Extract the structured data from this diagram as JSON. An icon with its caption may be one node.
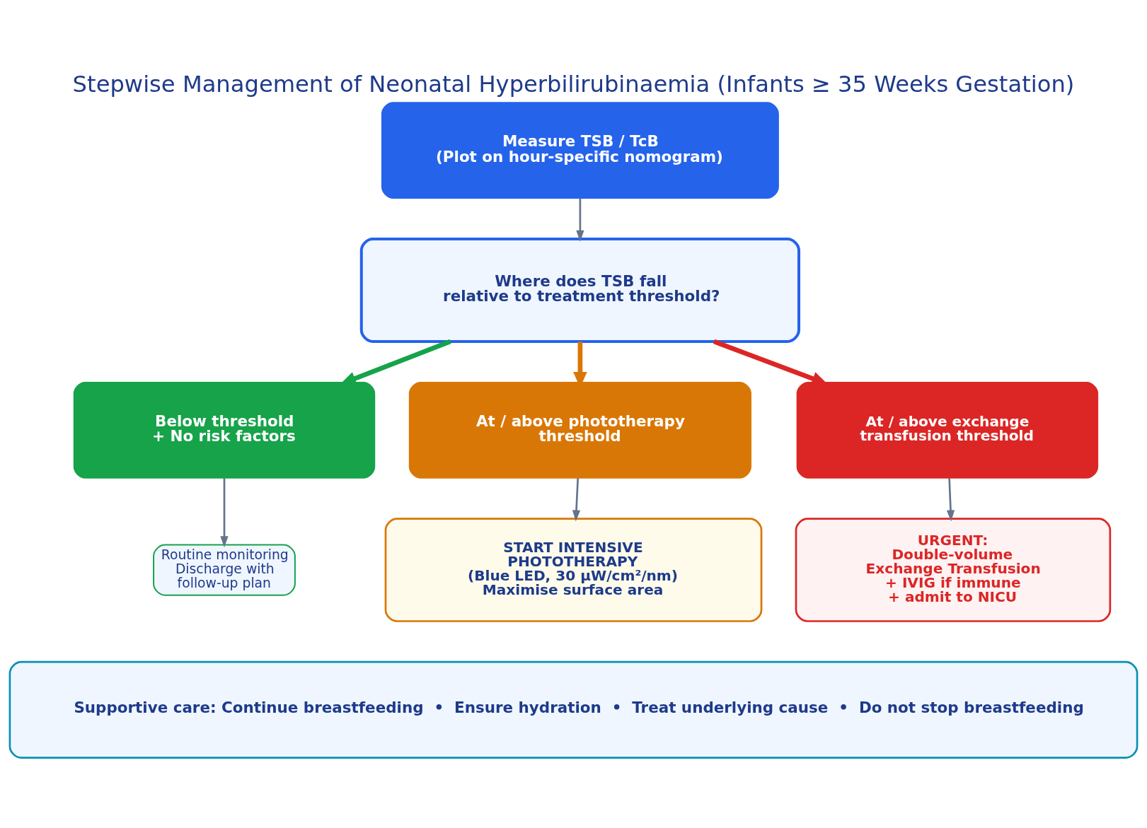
{
  "diagram": {
    "title": "Stepwise Management of Neonatal Hyperbilirubinaemia (Infants ≥ 35 Weeks Gestation)",
    "nodes": [
      {
        "text": [
          "Measure TSB / TcB (Plot on hour-specific nomogram)"
        ]
      },
      {
        "text": [
          "Where does TSB fall relative to treatment threshold?"
        ]
      },
      {
        "text": [
          "Below threshold + No risk factors"
        ]
      },
      {
        "text": [
          "At / above phototherapy threshold"
        ]
      },
      {
        "text": [
          "At / above exchange transfusion threshold"
        ]
      },
      {
        "text": [
          "Routine monitoring Discharge with follow-up plan"
        ]
      },
      {
        "text": [
          "START INTENSIVE PHOTOTHERAPY (Blue LED, 30 μW/cm²/nm) Maximise surface area"
        ]
      },
      {
        "text": [
          "URGENT: Double-volume Exchange Transfusion + IVIG if immune + admit to NICU"
        ]
      },
      {
        "text": [
          "Supportive care: Continue breastfeeding  •  Ensure hydration  •  Treat underlying cause  •  Do not stop breastfeeding"
        ]
      }
    ],
    "edges": [
      {
        "from": 0,
        "to": 1,
        "arrow": "to"
      },
      {
        "from": 1,
        "to": 2,
        "arrow": "to",
        "style": "thick",
        "color": "#16a34a"
      },
      {
        "from": 1,
        "to": 3,
        "arrow": "to",
        "style": "thick",
        "color": "#d97706"
      },
      {
        "from": 1,
        "to": 4,
        "arrow": "to",
        "style": "thick",
        "color": "#dc2626"
      },
      {
        "from": 2,
        "to": 5,
        "arrow": "to"
      },
      {
        "from": 3,
        "to": 6,
        "arrow": "to"
      },
      {
        "from": 4,
        "to": 7,
        "arrow": "to"
      }
    ]
  }
}
